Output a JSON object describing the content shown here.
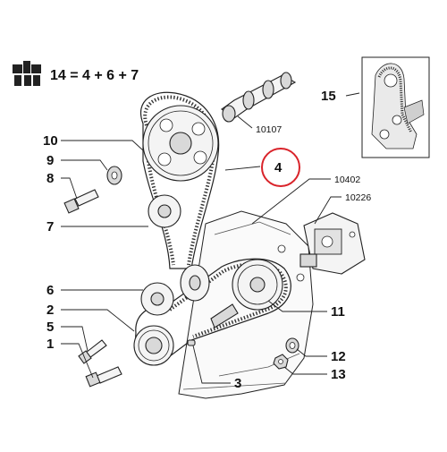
{
  "kit_formula": {
    "icon": "parts-kit-icon",
    "text": "14 = 4 + 6 + 7"
  },
  "callouts": {
    "c1": "1",
    "c2": "2",
    "c3": "3",
    "c4": "4",
    "c5": "5",
    "c6": "6",
    "c7": "7",
    "c8": "8",
    "c9": "9",
    "c10": "10",
    "c11": "11",
    "c12": "12",
    "c13": "13",
    "c15": "15",
    "c10107": "10107",
    "c10402": "10402",
    "c10226": "10226"
  },
  "highlight_color": "#d9232a"
}
